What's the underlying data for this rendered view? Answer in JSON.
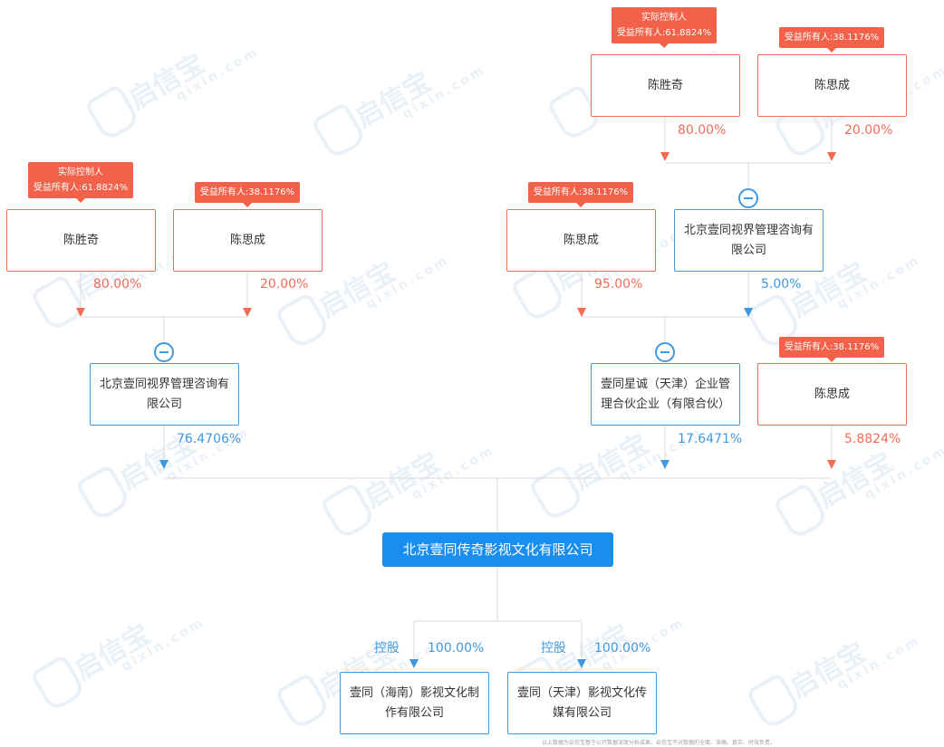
{
  "nodes": {
    "left_chen_shengqi": {
      "name": "陈胜奇"
    },
    "left_chen_sicheng": {
      "name": "陈思成"
    },
    "left_beijing_consult": {
      "name": "北京壹同视界管理咨询有限公司"
    },
    "right_chen_shengqi": {
      "name": "陈胜奇"
    },
    "right_chen_sicheng_top": {
      "name": "陈思成"
    },
    "right_chen_sicheng_mid": {
      "name": "陈思成"
    },
    "right_beijing_consult": {
      "name": "北京壹同视界管理咨询有限公司"
    },
    "right_xingcheng": {
      "name": "壹同星诚（天津）企业管理合伙企业（有限合伙）"
    },
    "right_chen_sicheng_low": {
      "name": "陈思成"
    },
    "center": {
      "name": "北京壹同传奇影视文化有限公司"
    },
    "sub_hainan": {
      "name": "壹同（海南）影视文化制作有限公司"
    },
    "sub_tianjin": {
      "name": "壹同（天津）影视文化传媒有限公司"
    }
  },
  "tags": {
    "left_controller": {
      "line1": "实际控制人",
      "line2": "受益所有人:61.8824%"
    },
    "left_beneficiary": {
      "line1": "受益所有人:38.1176%"
    },
    "right_controller": {
      "line1": "实际控制人",
      "line2": "受益所有人:61.8824%"
    },
    "right_beneficiary_top": {
      "line1": "受益所有人:38.1176%"
    },
    "right_beneficiary_mid": {
      "line1": "受益所有人:38.1176%"
    },
    "right_beneficiary_low": {
      "line1": "受益所有人:38.1176%"
    }
  },
  "percentages": {
    "left_shengqi": "80.00%",
    "left_sicheng": "20.00%",
    "right_shengqi": "80.00%",
    "right_sicheng_top": "20.00%",
    "right_sicheng_mid": "95.00%",
    "right_consult": "5.00%",
    "center_left_consult": "76.4706%",
    "center_xingcheng": "17.6471%",
    "center_sicheng": "5.8824%",
    "sub_hainan": "100.00%",
    "sub_tianjin": "100.00%"
  },
  "control_labels": {
    "hainan": "控股",
    "tianjin": "控股"
  },
  "watermark": {
    "brand": "启信宝",
    "domain": "qixin.com"
  },
  "footer": "以上数据为启信宝基于公开数据深度分析成果，启信宝不对数据的全面、准确、真实、时效负责。",
  "colors": {
    "person": "#f06c57",
    "company": "#3f99e0",
    "main": "#1a8ef0",
    "tag": "#f26149",
    "line": "#d9d9d9"
  }
}
